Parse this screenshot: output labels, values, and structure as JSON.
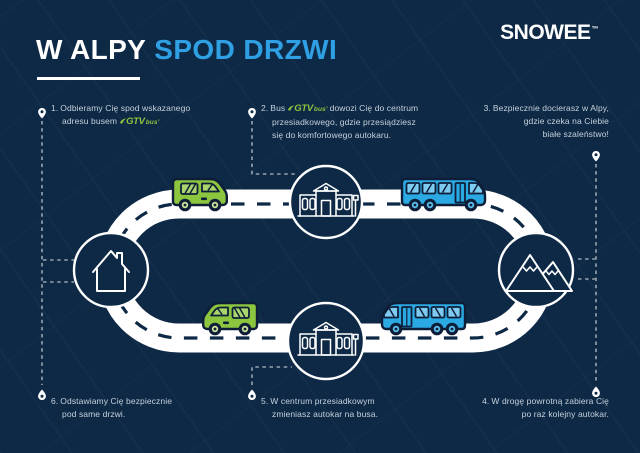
{
  "brand": {
    "name": "SNOWEE",
    "tm": "™"
  },
  "title": {
    "part1": "W ALPY",
    "part2": "SPOD DRZWI"
  },
  "gtv_logo": {
    "main": "GTV",
    "sub": "bus’"
  },
  "steps": {
    "s1": {
      "number": "1.",
      "line1": "Odbieramy Cię spod wskazanego",
      "line2": "adresu busem"
    },
    "s2": {
      "number": "2.",
      "line1a": "Bus",
      "line1b": "dowozi Cię do centrum",
      "line2": "przesiadkowego, gdzie przesiądziesz",
      "line3": "się do komfortowego autokaru."
    },
    "s3": {
      "number": "3.",
      "line1": "Bezpiecznie docierasz w Alpy,",
      "line2": "gdzie czeka na Ciebie",
      "line3": "białe szaleństwo!"
    },
    "s4": {
      "number": "4.",
      "line1": "W drogę powrotną zabiera Cię",
      "line2": "po raz kolejny autokar."
    },
    "s5": {
      "number": "5.",
      "line1": "W centrum przesiadkowym",
      "line2": "zmieniasz autokar na busa."
    },
    "s6": {
      "number": "6.",
      "line1": "Odstawiamy Cię bezpiecznie",
      "line2": "pod same drzwi."
    }
  },
  "icons": {
    "start": "house-icon",
    "transfer_hub": "station-building-icon",
    "destination": "mountains-icon",
    "step_marker": "location-pin-icon",
    "vehicles": [
      "green-gtv-van",
      "blue-coach-bus"
    ]
  },
  "colors": {
    "background": "#0d2946",
    "accent_blue": "#2fa0e4",
    "van_green": "#8cc63f",
    "bus_blue": "#2ba9e2",
    "road": "#ffffff",
    "text": "#c6d1db"
  }
}
